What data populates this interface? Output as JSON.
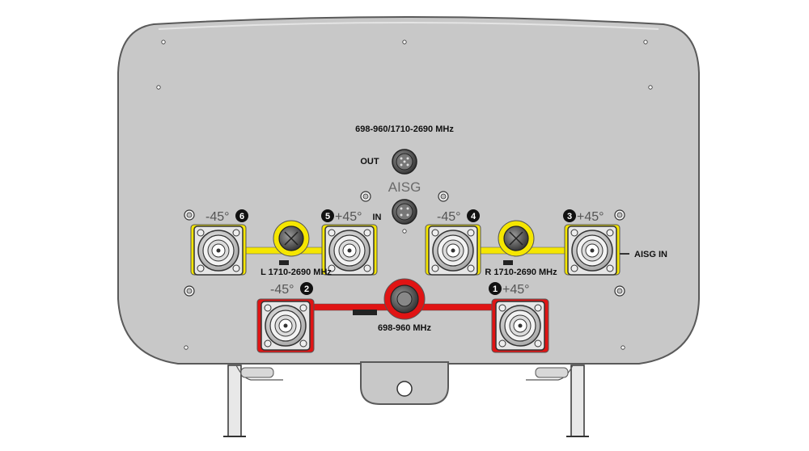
{
  "labels": {
    "freq_top": "698-960/1710-2690 MHz",
    "out": "OUT",
    "in": "IN",
    "aisg": "AISG",
    "left_band": "L 1710-2690 MHz",
    "right_band": "R 1710-2690 MHz",
    "low_band": "698-960 MHz",
    "aisg_in": "AISG IN"
  },
  "ports": [
    {
      "id": "6",
      "polarization": "-45°",
      "number": "6",
      "group": "L 1710-2690 MHz",
      "color": "#f5e600"
    },
    {
      "id": "5",
      "polarization": "+45°",
      "number": "5",
      "group": "L 1710-2690 MHz",
      "color": "#f5e600"
    },
    {
      "id": "4",
      "polarization": "-45°",
      "number": "4",
      "group": "R 1710-2690 MHz",
      "color": "#f5e600"
    },
    {
      "id": "3",
      "polarization": "+45°",
      "number": "3",
      "group": "R 1710-2690 MHz",
      "color": "#f5e600"
    },
    {
      "id": "2",
      "polarization": "-45°",
      "number": "2",
      "group": "698-960 MHz",
      "color": "#e01414"
    },
    {
      "id": "1",
      "polarization": "+45°",
      "number": "1",
      "group": "698-960 MHz",
      "color": "#e01414"
    }
  ],
  "colors": {
    "panel": "#c8c8c8",
    "panel_edge": "#5a5a5a",
    "high_band": "#f5e600",
    "low_band": "#e01414",
    "connector": "#dcdcdc"
  }
}
